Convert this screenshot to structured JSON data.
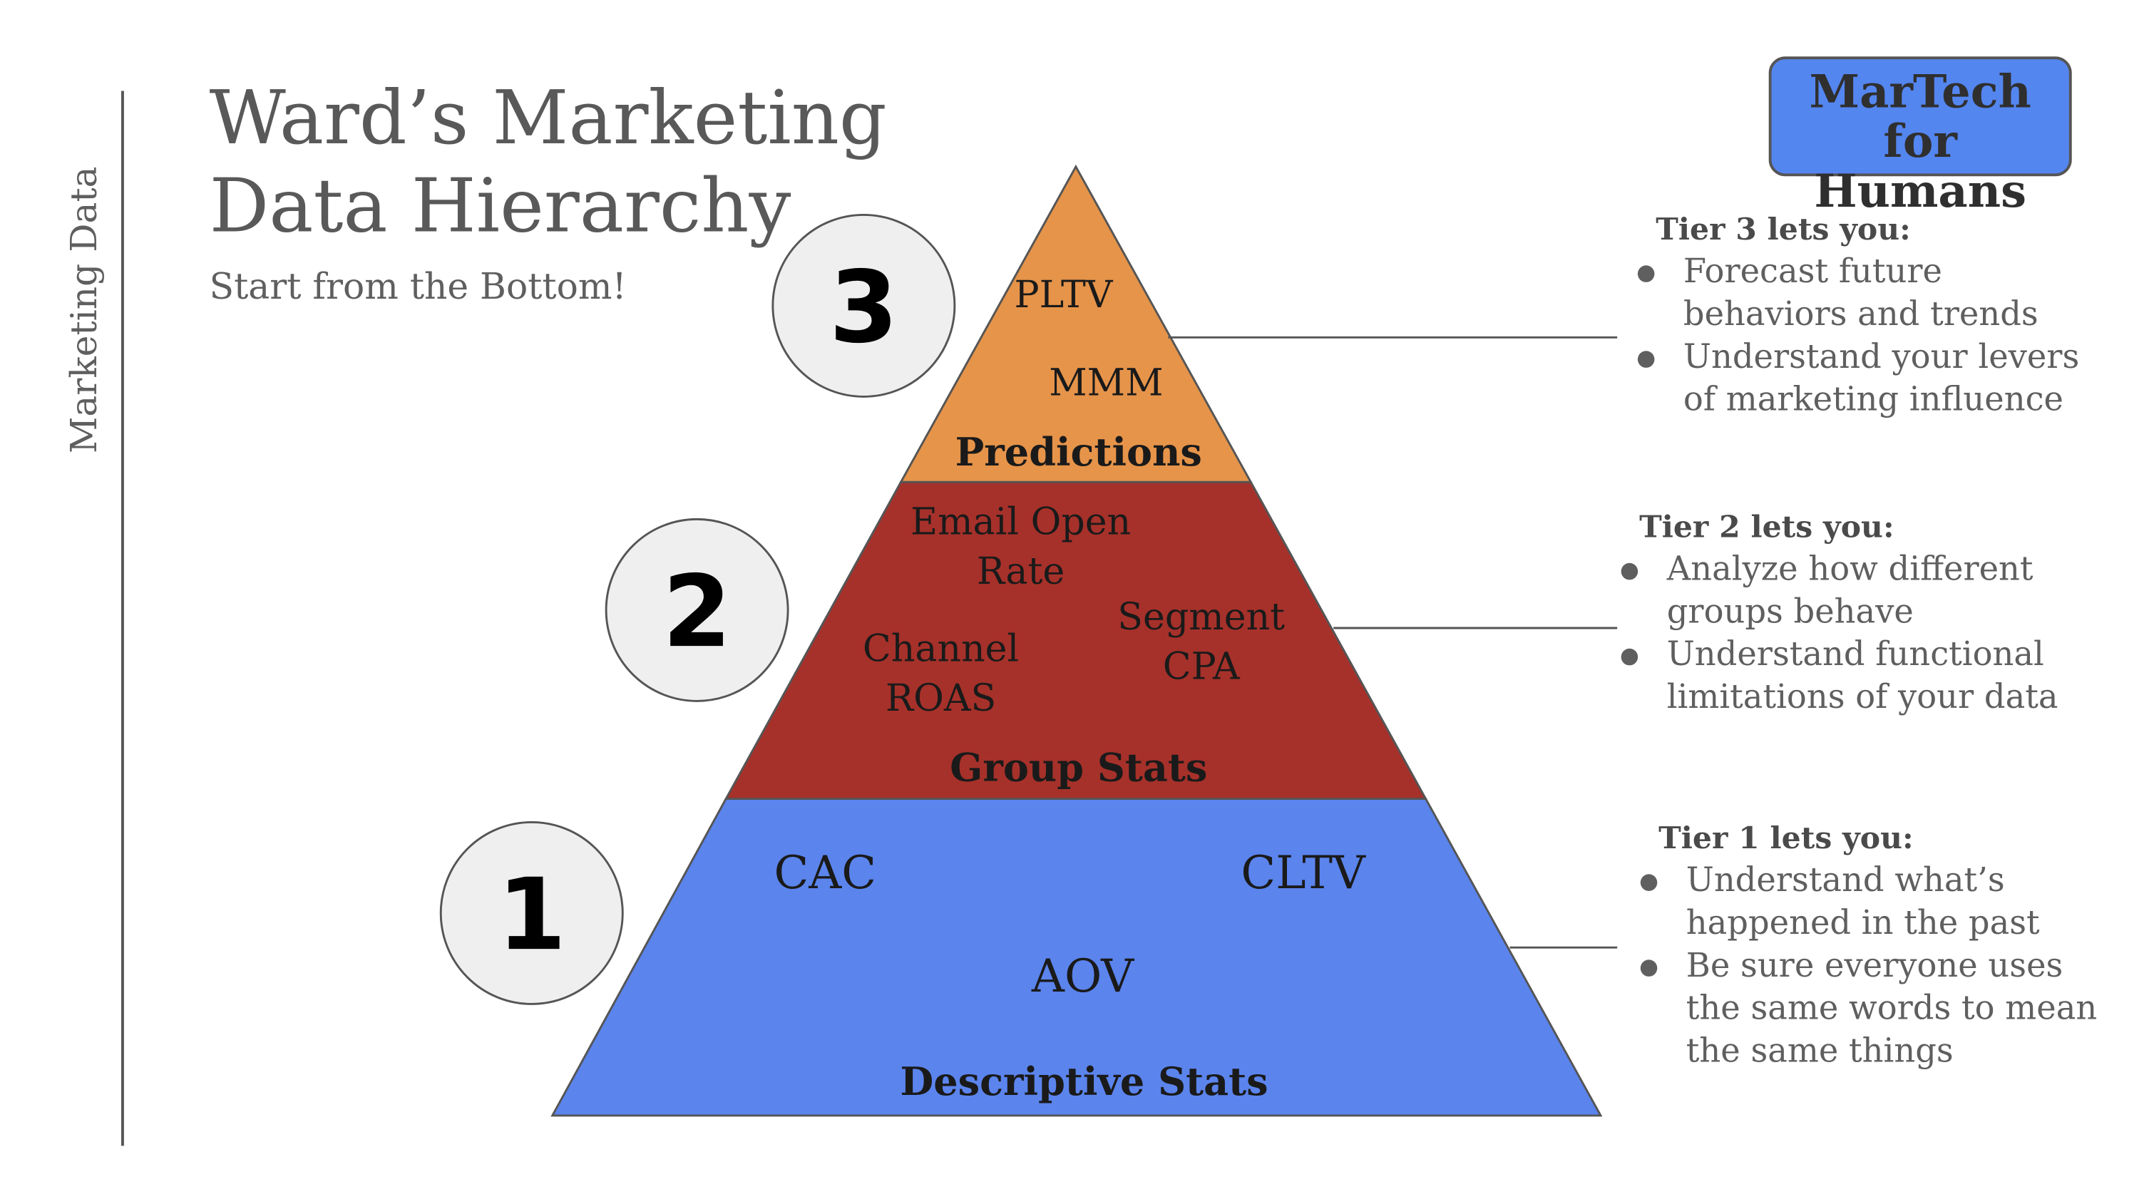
{
  "side_label": "Marketing Data",
  "title_lines": [
    "Ward’s Marketing",
    "Data Hierarchy"
  ],
  "subtitle": "Start from the Bottom!",
  "badge": {
    "lines": [
      "MarTech",
      "for Humans"
    ],
    "color": "#5486f0"
  },
  "tiers": [
    {
      "number": "1",
      "name": "Descriptive Stats",
      "color": "#5b84ed",
      "metrics": [
        "CAC",
        "CLTV",
        "AOV"
      ],
      "description": {
        "heading": "Tier 1 lets you:",
        "bullets": [
          [
            "Understand what’s",
            "happened in the past"
          ],
          [
            "Be sure everyone uses",
            "the same words to mean",
            "the same things"
          ]
        ]
      }
    },
    {
      "number": "2",
      "name": "Group Stats",
      "color": "#a6312a",
      "metrics": [
        "Email Open Rate",
        "Segment CPA",
        "Channel ROAS"
      ],
      "description": {
        "heading": "Tier 2 lets you:",
        "bullets": [
          [
            "Analyze how different",
            "groups behave"
          ],
          [
            "Understand functional",
            "limitations of your data"
          ]
        ]
      }
    },
    {
      "number": "3",
      "name": "Predictions",
      "color": "#e6944a",
      "metrics": [
        "PLTV",
        "MMM"
      ],
      "description": {
        "heading": "Tier 3 lets you:",
        "bullets": [
          [
            "Forecast future",
            "behaviors and trends"
          ],
          [
            "Understand your levers",
            "of marketing influence"
          ]
        ]
      }
    }
  ]
}
